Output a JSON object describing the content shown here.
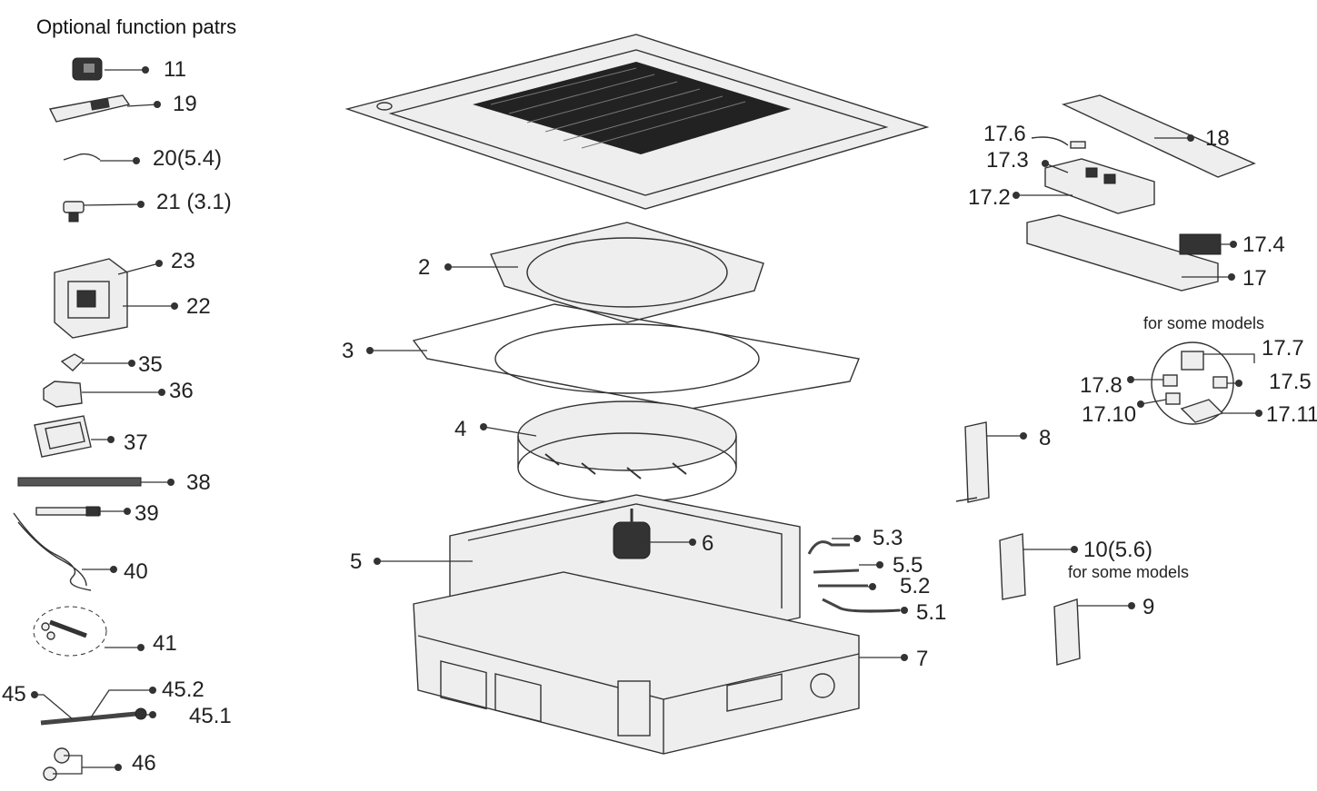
{
  "title": "Optional function patrs",
  "notes": [
    "for some models",
    "for some models"
  ],
  "labels": {
    "p11": "11",
    "p19": "19",
    "p20": "20(5.4)",
    "p21": "21 (3.1)",
    "p23": "23",
    "p22": "22",
    "p35": "35",
    "p36": "36",
    "p37": "37",
    "p38": "38",
    "p39": "39",
    "p40": "40",
    "p41": "41",
    "p45": "45",
    "p45_2": "45.2",
    "p45_1": "45.1",
    "p46": "46",
    "p2": "2",
    "p3": "3",
    "p4": "4",
    "p5": "5",
    "p6": "6",
    "p5_3": "5.3",
    "p5_5": "5.5",
    "p5_2": "5.2",
    "p5_1": "5.1",
    "p7": "7",
    "p17_6": "17.6",
    "p18": "18",
    "p17_3": "17.3",
    "p17_2": "17.2",
    "p17_4": "17.4",
    "p17": "17",
    "p17_7": "17.7",
    "p17_8": "17.8",
    "p17_5": "17.5",
    "p17_10": "17.10",
    "p17_11": "17.11",
    "p8": "8",
    "p10": "10(5.6)",
    "p9": "9"
  }
}
